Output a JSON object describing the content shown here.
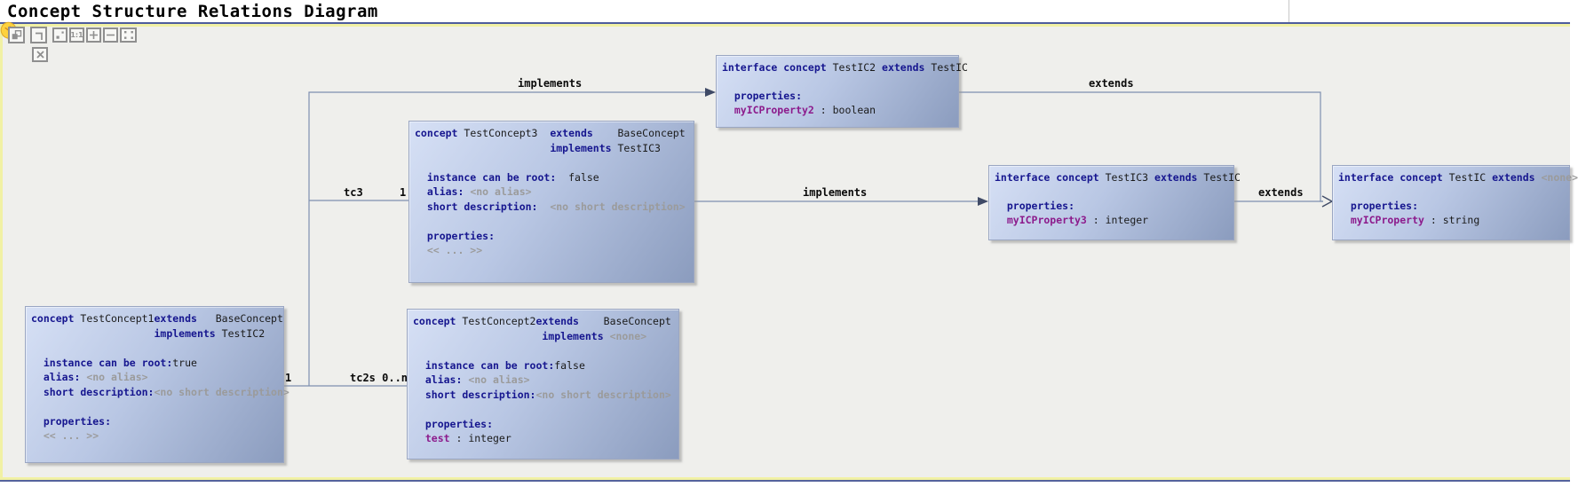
{
  "header": {
    "title": "Concept Structure Relations Diagram"
  },
  "toolbar": {
    "zoom_actual_label": "1:1",
    "buttons": [
      "layout",
      "route-edges",
      "snap",
      "actual-size",
      "zoom-in",
      "zoom-out",
      "fit-to-screen",
      "close"
    ]
  },
  "colors": {
    "canvas_bg": "#efefec",
    "node_gradient_start": "#d6e0f5",
    "node_gradient_end": "#8b9cbe",
    "keyword": "#16168f",
    "property": "#8c1b8c",
    "muted": "#9b9b9b",
    "edge": "#7e8fb0",
    "frame_yellow": "#f1f1a4",
    "frame_blue": "#4d5c9c"
  },
  "diagram": {
    "nodes": [
      {
        "name": "TestIC2",
        "lines": [
          [
            {
              "s": "kw",
              "t": "interface concept"
            },
            {
              "s": "id",
              "t": " TestIC2 "
            },
            {
              "s": "kw",
              "t": "extends"
            },
            {
              "s": "id",
              "t": " TestIC"
            }
          ],
          [],
          [
            {
              "s": "kw",
              "t": "  properties:"
            }
          ],
          [
            {
              "s": "prop",
              "t": "  myICProperty2"
            },
            {
              "s": "id",
              "t": " : boolean"
            }
          ]
        ]
      },
      {
        "name": "TestConcept3",
        "lines": [
          [
            {
              "s": "kw",
              "t": "concept"
            },
            {
              "s": "id",
              "t": " TestConcept3  "
            },
            {
              "s": "kw",
              "t": "extends"
            },
            {
              "s": "id",
              "t": "    BaseConcept"
            }
          ],
          [
            {
              "s": "id",
              "t": "                      "
            },
            {
              "s": "kw",
              "t": "implements"
            },
            {
              "s": "id",
              "t": " TestIC3"
            }
          ],
          [],
          [
            {
              "s": "kw",
              "t": "  instance can be root:"
            },
            {
              "s": "id",
              "t": "  false"
            }
          ],
          [
            {
              "s": "kw",
              "t": "  alias:"
            },
            {
              "s": "dim",
              "t": " <no alias>"
            }
          ],
          [
            {
              "s": "kw",
              "t": "  short description:"
            },
            {
              "s": "dim",
              "t": "  <no short description>"
            }
          ],
          [],
          [
            {
              "s": "kw",
              "t": "  properties:"
            }
          ],
          [
            {
              "s": "dim",
              "t": "  << ... >>"
            }
          ]
        ]
      },
      {
        "name": "TestIC3",
        "lines": [
          [
            {
              "s": "kw",
              "t": "interface concept"
            },
            {
              "s": "id",
              "t": " TestIC3 "
            },
            {
              "s": "kw",
              "t": "extends"
            },
            {
              "s": "id",
              "t": " TestIC"
            }
          ],
          [],
          [
            {
              "s": "kw",
              "t": "  properties:"
            }
          ],
          [
            {
              "s": "prop",
              "t": "  myICProperty3"
            },
            {
              "s": "id",
              "t": " : integer"
            }
          ]
        ]
      },
      {
        "name": "TestIC",
        "lines": [
          [
            {
              "s": "kw",
              "t": "interface concept"
            },
            {
              "s": "id",
              "t": " TestIC "
            },
            {
              "s": "kw",
              "t": "extends"
            },
            {
              "s": "dim",
              "t": " <none>"
            }
          ],
          [],
          [
            {
              "s": "kw",
              "t": "  properties:"
            }
          ],
          [
            {
              "s": "prop",
              "t": "  myICProperty"
            },
            {
              "s": "id",
              "t": " : string"
            }
          ]
        ]
      },
      {
        "name": "TestConcept1",
        "lines": [
          [
            {
              "s": "kw",
              "t": "concept"
            },
            {
              "s": "id",
              "t": " TestConcept1"
            },
            {
              "s": "kw",
              "t": "extends"
            },
            {
              "s": "id",
              "t": "   BaseConcept"
            }
          ],
          [
            {
              "s": "id",
              "t": "                    "
            },
            {
              "s": "kw",
              "t": "implements"
            },
            {
              "s": "id",
              "t": " TestIC2"
            }
          ],
          [],
          [
            {
              "s": "kw",
              "t": "  instance can be root:"
            },
            {
              "s": "id",
              "t": "true"
            }
          ],
          [
            {
              "s": "kw",
              "t": "  alias:"
            },
            {
              "s": "dim",
              "t": " <no alias>"
            }
          ],
          [
            {
              "s": "kw",
              "t": "  short description:"
            },
            {
              "s": "dim",
              "t": "<no short description>"
            }
          ],
          [],
          [
            {
              "s": "kw",
              "t": "  properties:"
            }
          ],
          [
            {
              "s": "dim",
              "t": "  << ... >>"
            }
          ]
        ]
      },
      {
        "name": "TestConcept2",
        "lines": [
          [
            {
              "s": "kw",
              "t": "concept"
            },
            {
              "s": "id",
              "t": " TestConcept2"
            },
            {
              "s": "kw",
              "t": "extends"
            },
            {
              "s": "id",
              "t": "    BaseConcept"
            }
          ],
          [
            {
              "s": "id",
              "t": "                     "
            },
            {
              "s": "kw",
              "t": "implements "
            },
            {
              "s": "dim",
              "t": "<none>"
            }
          ],
          [],
          [
            {
              "s": "kw",
              "t": "  instance can be root:"
            },
            {
              "s": "id",
              "t": "false"
            }
          ],
          [
            {
              "s": "kw",
              "t": "  alias:"
            },
            {
              "s": "dim",
              "t": " <no alias>"
            }
          ],
          [
            {
              "s": "kw",
              "t": "  short description:"
            },
            {
              "s": "dim",
              "t": "<no short description>"
            }
          ],
          [],
          [
            {
              "s": "kw",
              "t": "  properties:"
            }
          ],
          [
            {
              "s": "prop",
              "t": "  test"
            },
            {
              "s": "id",
              "t": " : integer"
            }
          ]
        ]
      }
    ],
    "edge_labels": [
      "implements",
      "extends",
      "tc3",
      "1",
      "implements",
      "extends",
      "1",
      "tc2s 0..n"
    ]
  }
}
